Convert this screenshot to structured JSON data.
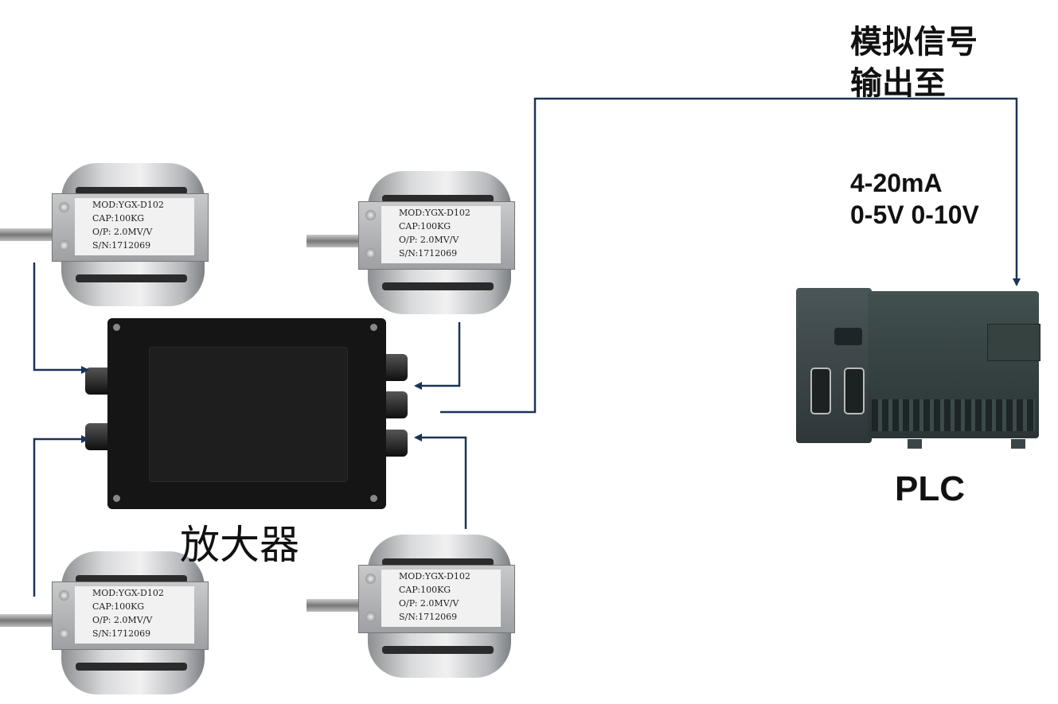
{
  "labels": {
    "signal_line1": "模拟信号",
    "signal_line2": "输出至",
    "signal_types_line1": "4-20mA",
    "signal_types_line2": "0-5V 0-10V",
    "plc": "PLC",
    "amplifier": "放大器"
  },
  "load_cells": [
    {
      "model": "MOD:YGX-D102",
      "capacity": "CAP:100KG",
      "output": "O/P: 2.0MV/V",
      "serial": "S/N:1712069"
    },
    {
      "model": "MOD:YGX-D102",
      "capacity": "CAP:100KG",
      "output": "O/P: 2.0MV/V",
      "serial": "S/N:1712069"
    },
    {
      "model": "MOD:YGX-D102",
      "capacity": "CAP:100KG",
      "output": "O/P: 2.0MV/V",
      "serial": "S/N:1712069"
    },
    {
      "model": "MOD:YGX-D102",
      "capacity": "CAP:100KG",
      "output": "O/P: 2.0MV/V",
      "serial": "S/N:1712069"
    }
  ],
  "colors": {
    "line": "#1b3358"
  }
}
